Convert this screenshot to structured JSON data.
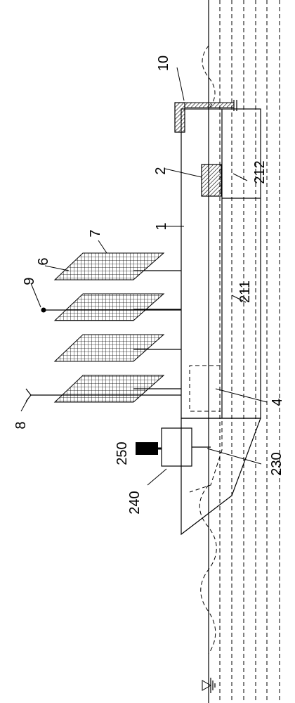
{
  "labels": {
    "l10": "10",
    "l2": "2",
    "l212": "212",
    "l7": "7",
    "l1": "1",
    "l6": "6",
    "l9": "9",
    "l211": "211",
    "l4": "4",
    "l8": "8",
    "l250": "250",
    "l230": "230",
    "l240": "240"
  },
  "colors": {
    "line": "#000000",
    "background": "#ffffff"
  }
}
